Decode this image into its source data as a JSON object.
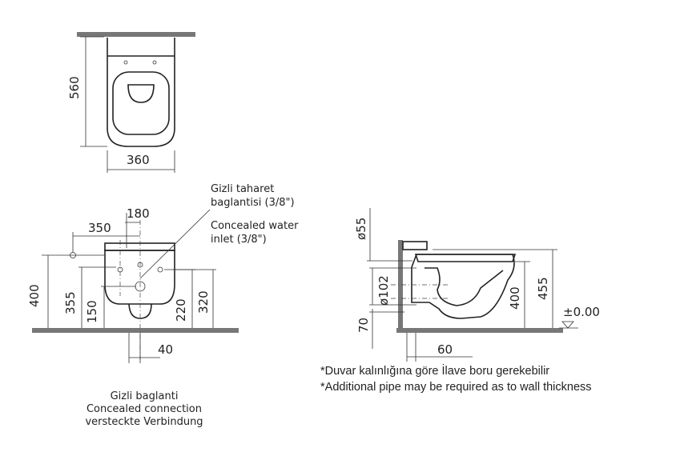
{
  "top_view": {
    "dim_depth": "560",
    "dim_width": "360"
  },
  "front_view": {
    "dim_180": "180",
    "dim_350": "350",
    "dim_400": "400",
    "dim_355": "355",
    "dim_150": "150",
    "dim_220": "220",
    "dim_320": "320",
    "dim_40": "40"
  },
  "callouts": {
    "hidden_tr_1": "Gizli taharet",
    "hidden_tr_2": "baglantisi (3/8\")",
    "water_en_1": "Concealed water",
    "water_en_2": "inlet (3/8\")"
  },
  "connection": {
    "tr": "Gizli baglanti",
    "en": "Concealed connection",
    "de": "versteckte Verbindung"
  },
  "side_view": {
    "dim_o55": "ø55",
    "dim_o102": "ø102",
    "dim_70": "70",
    "dim_400": "400",
    "dim_455": "455",
    "dim_60": "60",
    "level": "±0.00"
  },
  "notes": {
    "tr": "*Duvar kalınlığına göre İlave boru gerekebilir",
    "en": "*Additional pipe may be required as to wall thickness"
  }
}
